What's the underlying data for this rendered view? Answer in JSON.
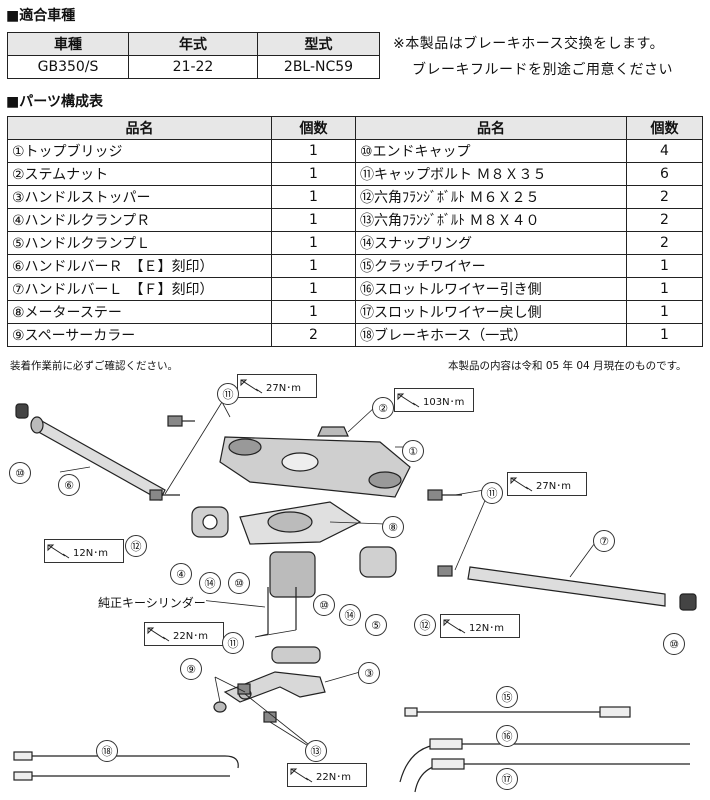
{
  "fit": {
    "title": "■適合車種",
    "headers": [
      "車種",
      "年式",
      "型式"
    ],
    "row": [
      "GB350/S",
      "21-22",
      "2BL-NC59"
    ]
  },
  "notice": {
    "line1": "※本製品はブレーキホース交換をします。",
    "line2": "ブレーキフルードを別途ご用意ください"
  },
  "parts": {
    "title": "■パーツ構成表",
    "headers": [
      "品名",
      "個数",
      "品名",
      "個数"
    ],
    "left": [
      {
        "name": "①トップブリッジ",
        "qty": "1"
      },
      {
        "name": "②ステムナット",
        "qty": "1"
      },
      {
        "name": "③ハンドルストッパー",
        "qty": "1"
      },
      {
        "name": "④ハンドルクランプＲ",
        "qty": "1"
      },
      {
        "name": "⑤ハンドルクランプＬ",
        "qty": "1"
      },
      {
        "name": "⑥ハンドルバーＲ　【Ｅ】刻印）",
        "qty": "1"
      },
      {
        "name": "⑦ハンドルバーＬ　【Ｆ】刻印）",
        "qty": "1"
      },
      {
        "name": "⑧メーターステー",
        "qty": "1"
      },
      {
        "name": "⑨スペーサーカラー",
        "qty": "2"
      }
    ],
    "right": [
      {
        "name": "⑩エンドキャップ",
        "qty": "4"
      },
      {
        "name": "⑪キャップボルト Ｍ８Ｘ３５",
        "qty": "6"
      },
      {
        "name": "⑫六角ﾌﾗﾝｼﾞﾎﾞﾙﾄ Ｍ６Ｘ２５",
        "qty": "2"
      },
      {
        "name": "⑬六角ﾌﾗﾝｼﾞﾎﾞﾙﾄ Ｍ８Ｘ４０",
        "qty": "2"
      },
      {
        "name": "⑭スナップリング",
        "qty": "2"
      },
      {
        "name": "⑮クラッチワイヤー",
        "qty": "1"
      },
      {
        "name": "⑯スロットルワイヤー引き側",
        "qty": "1"
      },
      {
        "name": "⑰スロットルワイヤー戻し側",
        "qty": "1"
      },
      {
        "name": "⑱ブレーキホース（一式）",
        "qty": "1"
      }
    ]
  },
  "footnote_left": "装着作業前に必ずご確認ください。",
  "footnote_right": "本製品の内容は令和 05 年 04 月現在のものです。",
  "diagram": {
    "torque": [
      "27N･m",
      "103N･m",
      "27N･m",
      "12N･m",
      "12N･m",
      "22N･m",
      "22N･m"
    ],
    "key_cylinder_label": "純正キーシリンダー",
    "callouts": [
      "⑪",
      "②",
      "①",
      "⑩",
      "⑥",
      "⑪",
      "⑦",
      "⑧",
      "⑫",
      "④",
      "⑭",
      "⑩",
      "⑩",
      "⑭",
      "⑤",
      "⑫",
      "⑪",
      "⑩",
      "⑨",
      "③",
      "⑬",
      "⑮",
      "⑯",
      "⑱",
      "⑰"
    ]
  }
}
